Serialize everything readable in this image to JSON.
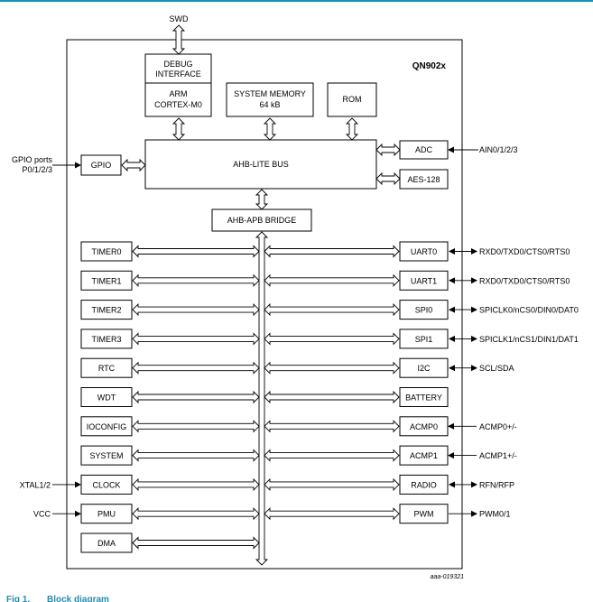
{
  "chip_name": "QN902x",
  "figure_ref": "aaa-019321",
  "caption": {
    "number": "Fig 1.",
    "title": "Block diagram"
  },
  "swd_label": "SWD",
  "gpio_ports_label": [
    "GPIO ports",
    "P0/1/2/3"
  ],
  "top_blocks": {
    "debug_interface": [
      "DEBUG",
      "INTERFACE"
    ],
    "arm_core": [
      "ARM",
      "CORTEX-M0"
    ],
    "system_memory": [
      "SYSTEM MEMORY",
      "64 kB"
    ],
    "rom": "ROM",
    "gpio": "GPIO",
    "ahb_lite_bus": "AHB-LITE BUS",
    "adc": "ADC",
    "aes": "AES-128",
    "ahb_apb_bridge": "AHB-APB BRIDGE"
  },
  "adc_signal": "AIN0/1/2/3",
  "left_peripherals": [
    {
      "label": "TIMER0",
      "external": ""
    },
    {
      "label": "TIMER1",
      "external": ""
    },
    {
      "label": "TIMER2",
      "external": ""
    },
    {
      "label": "TIMER3",
      "external": ""
    },
    {
      "label": "RTC",
      "external": ""
    },
    {
      "label": "WDT",
      "external": ""
    },
    {
      "label": "IOCONFIG",
      "external": ""
    },
    {
      "label": "SYSTEM",
      "external": ""
    },
    {
      "label": "CLOCK",
      "external": "XTAL1/2"
    },
    {
      "label": "PMU",
      "external": "VCC"
    },
    {
      "label": "DMA",
      "external": ""
    }
  ],
  "right_peripherals": [
    {
      "label": "UART0",
      "external": "RXD0/TXD0/CTS0/RTS0",
      "direction": "bidir"
    },
    {
      "label": "UART1",
      "external": "RXD0/TXD0/CTS0/RTS0",
      "direction": "bidir"
    },
    {
      "label": "SPI0",
      "external": "SPICLK0/nCS0/DIN0/DAT0",
      "direction": "bidir"
    },
    {
      "label": "SPI1",
      "external": "SPICLK1/nCS1/DIN1/DAT1",
      "direction": "bidir"
    },
    {
      "label": "I2C",
      "external": "SCL/SDA",
      "direction": "bidir"
    },
    {
      "label": "BATTERY",
      "external": "",
      "direction": "none"
    },
    {
      "label": "ACMP0",
      "external": "ACMP0+/-",
      "direction": "in"
    },
    {
      "label": "ACMP1",
      "external": "ACMP1+/-",
      "direction": "in"
    },
    {
      "label": "RADIO",
      "external": "RFN/RFP",
      "direction": "bidir"
    },
    {
      "label": "PWM",
      "external": "PWM0/1",
      "direction": "out"
    }
  ]
}
